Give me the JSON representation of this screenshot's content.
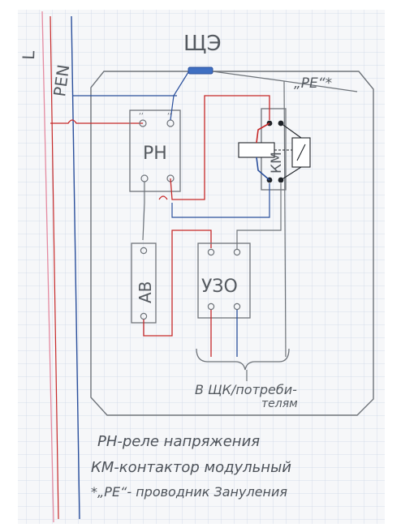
{
  "labels": {
    "cabinet": "ЩЭ",
    "phase": "L",
    "pen": "PEN",
    "pe": "„PE“*",
    "rn": "РН",
    "km": "КМ",
    "av": "АВ",
    "uzo": "УЗО",
    "out_line1": "В ЩК/потреби-",
    "out_line2": "телям",
    "rn_term_left": "ʼʼ",
    "rn_term_right": "ʼʼ"
  },
  "legend": {
    "line1": "РН-реле напряжения",
    "line2": "КМ-контактор модульный",
    "line3": "*„PE“- проводник Зануления"
  },
  "colors": {
    "paper": "#f7f8fa",
    "grid": "#c9d4e3",
    "margin": "#e48aa0",
    "pencil": "#6e7379",
    "red_wire": "#c62828",
    "blue_wire": "#2a4f9c",
    "busbar": "#3f6fc2"
  }
}
